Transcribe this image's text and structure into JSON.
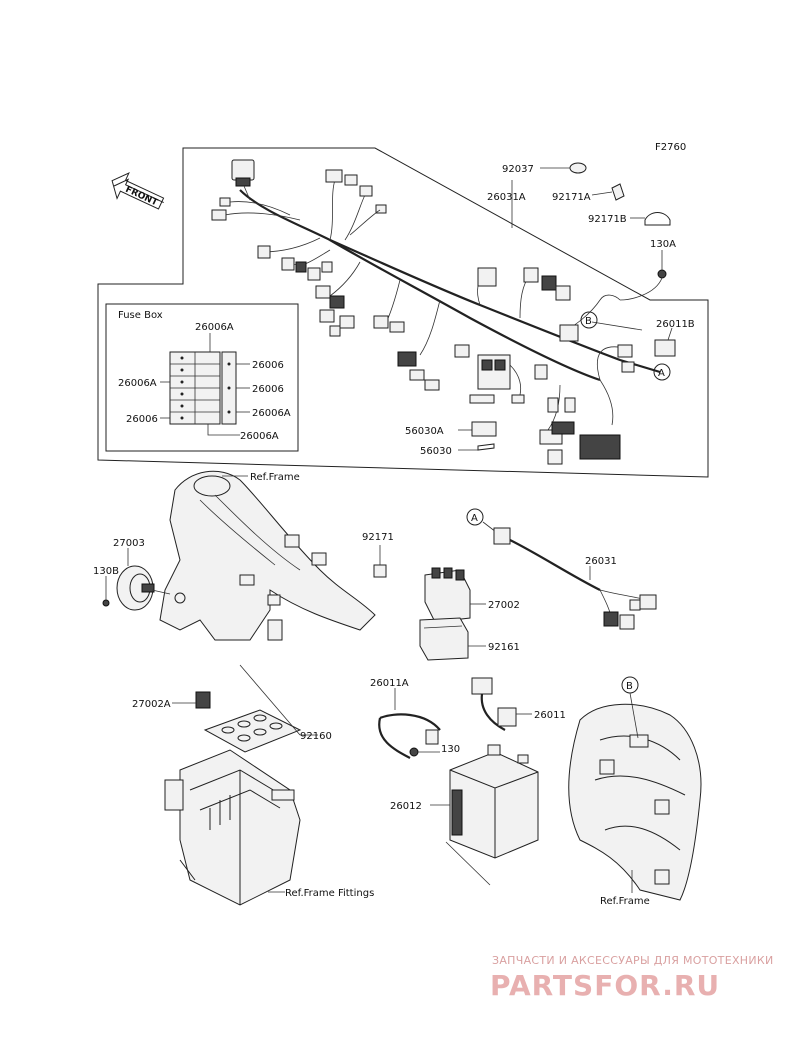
{
  "diagram": {
    "figure_code": "F2760",
    "front_label": "FRONT",
    "fuse_box_title": "Fuse Box",
    "callouts": {
      "c92037": "92037",
      "c26031A": "26031A",
      "c92171A": "92171A",
      "c92171B": "92171B",
      "c130A": "130A",
      "c26011B": "26011B",
      "c26006A_top": "26006A",
      "c26006_1": "26006",
      "c26006A_left": "26006A",
      "c26006_2": "26006",
      "c26006A_mid": "26006A",
      "c26006_left": "26006",
      "c26006A_bot": "26006A",
      "c56030A": "56030A",
      "c56030": "56030",
      "ref_frame_top": "Ref.Frame",
      "c92171": "92171",
      "c27003": "27003",
      "c130B": "130B",
      "c27002": "27002",
      "c92161": "92161",
      "c26031": "26031",
      "c27002A": "27002A",
      "c92160": "92160",
      "c26011A": "26011A",
      "c26011": "26011",
      "c130": "130",
      "c26012": "26012",
      "ref_frame_fittings": "Ref.Frame Fittings",
      "ref_frame_bottom": "Ref.Frame"
    },
    "markers": {
      "A": "A",
      "B": "B"
    }
  },
  "watermark": {
    "tagline": "ЗАПЧАСТИ И АКСЕССУАРЫ ДЛЯ МОТОТЕХНИКИ",
    "brand": "PARTSFOR.RU",
    "color": "#e8b0b0"
  }
}
